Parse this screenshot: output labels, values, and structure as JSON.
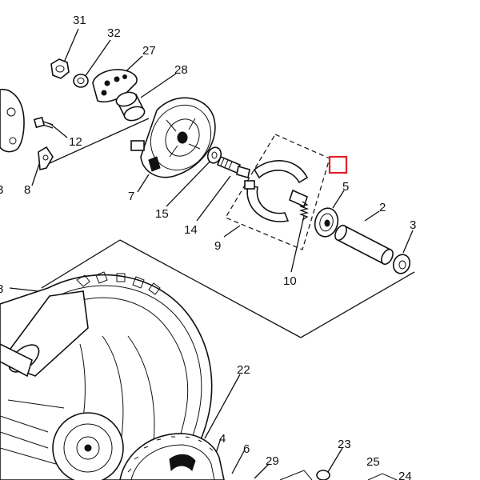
{
  "diagram": {
    "callouts": [
      "31",
      "32",
      "27",
      "28",
      "12",
      "8",
      "3",
      "7",
      "15",
      "14",
      "9",
      "5",
      "2",
      "3",
      "10",
      "8",
      "22",
      "4",
      "6",
      "29",
      "23",
      "25",
      "24"
    ],
    "highlight_color": "#e0202a",
    "ink_color": "#111111"
  }
}
